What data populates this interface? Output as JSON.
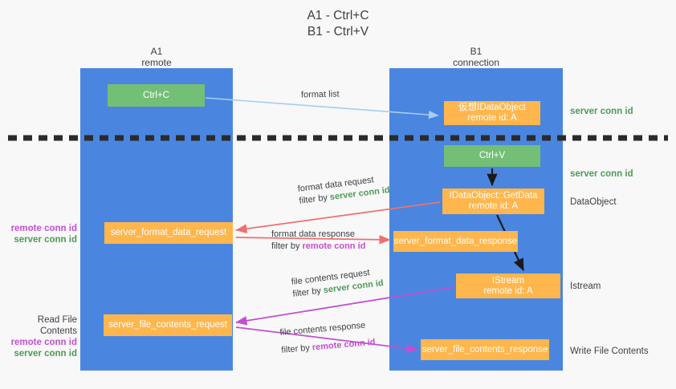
{
  "title": {
    "line1": "A1 - Ctrl+C",
    "line2": "B1 - Ctrl+V"
  },
  "colors": {
    "background": "#f8f8f9",
    "lane": "#4a86e0",
    "box_orange": "#ffb64d",
    "box_green": "#73bf76",
    "green_text": "#4f9a55",
    "purple_text": "#c24fd0",
    "dark_text": "#3c4043",
    "arrow_lightblue": "#a8cdf0",
    "arrow_red": "#ef6f6f",
    "arrow_magenta": "#c24fd0",
    "arrow_black": "#1a1a1a",
    "divider_black": "#2b2b2b"
  },
  "lanes": {
    "left": {
      "title": "A1",
      "subtitle": "remote"
    },
    "right": {
      "title": "B1",
      "subtitle": "connection"
    }
  },
  "nodes": {
    "ctrl_c": "Ctrl+C",
    "idataobject": {
      "line1": "仮想IDataObject",
      "line2": "remote id: A"
    },
    "ctrl_v": "Ctrl+V",
    "getdata": {
      "line1": "IDataObject::GetData",
      "line2": "remote id: A"
    },
    "format_data_request": "server_format_data_request",
    "format_data_response": "server_format_data_response",
    "istream": {
      "line1": "IStream",
      "line2": "remote id: A"
    },
    "file_contents_request": "server_file_contents_request",
    "file_contents_response": "server_file_contents_response"
  },
  "side_labels": {
    "server_conn_id_top": "server conn id",
    "server_conn_id_mid": "server conn id",
    "dataobject": "DataObject",
    "istream": "Istream",
    "write_file_contents": "Write File Contents",
    "read_file_contents": "Read File Contents",
    "remote_conn_id": "remote conn id",
    "server_conn_id": "server conn id"
  },
  "edges": {
    "format_list": {
      "label": "format list"
    },
    "format_data_request": {
      "line1": "format data request",
      "line2_prefix": "filter by ",
      "line2_highlight": "server conn id"
    },
    "format_data_response": {
      "line1": "format data response",
      "line2_prefix": "filter by ",
      "line2_highlight": "remote conn id"
    },
    "file_contents_request": {
      "line1": "file contents request",
      "line2_prefix": "filter by ",
      "line2_highlight": "server conn id"
    },
    "file_contents_response": {
      "line1": "file contents response",
      "line2_prefix": "filter by ",
      "line2_highlight": "remote conn id"
    }
  }
}
